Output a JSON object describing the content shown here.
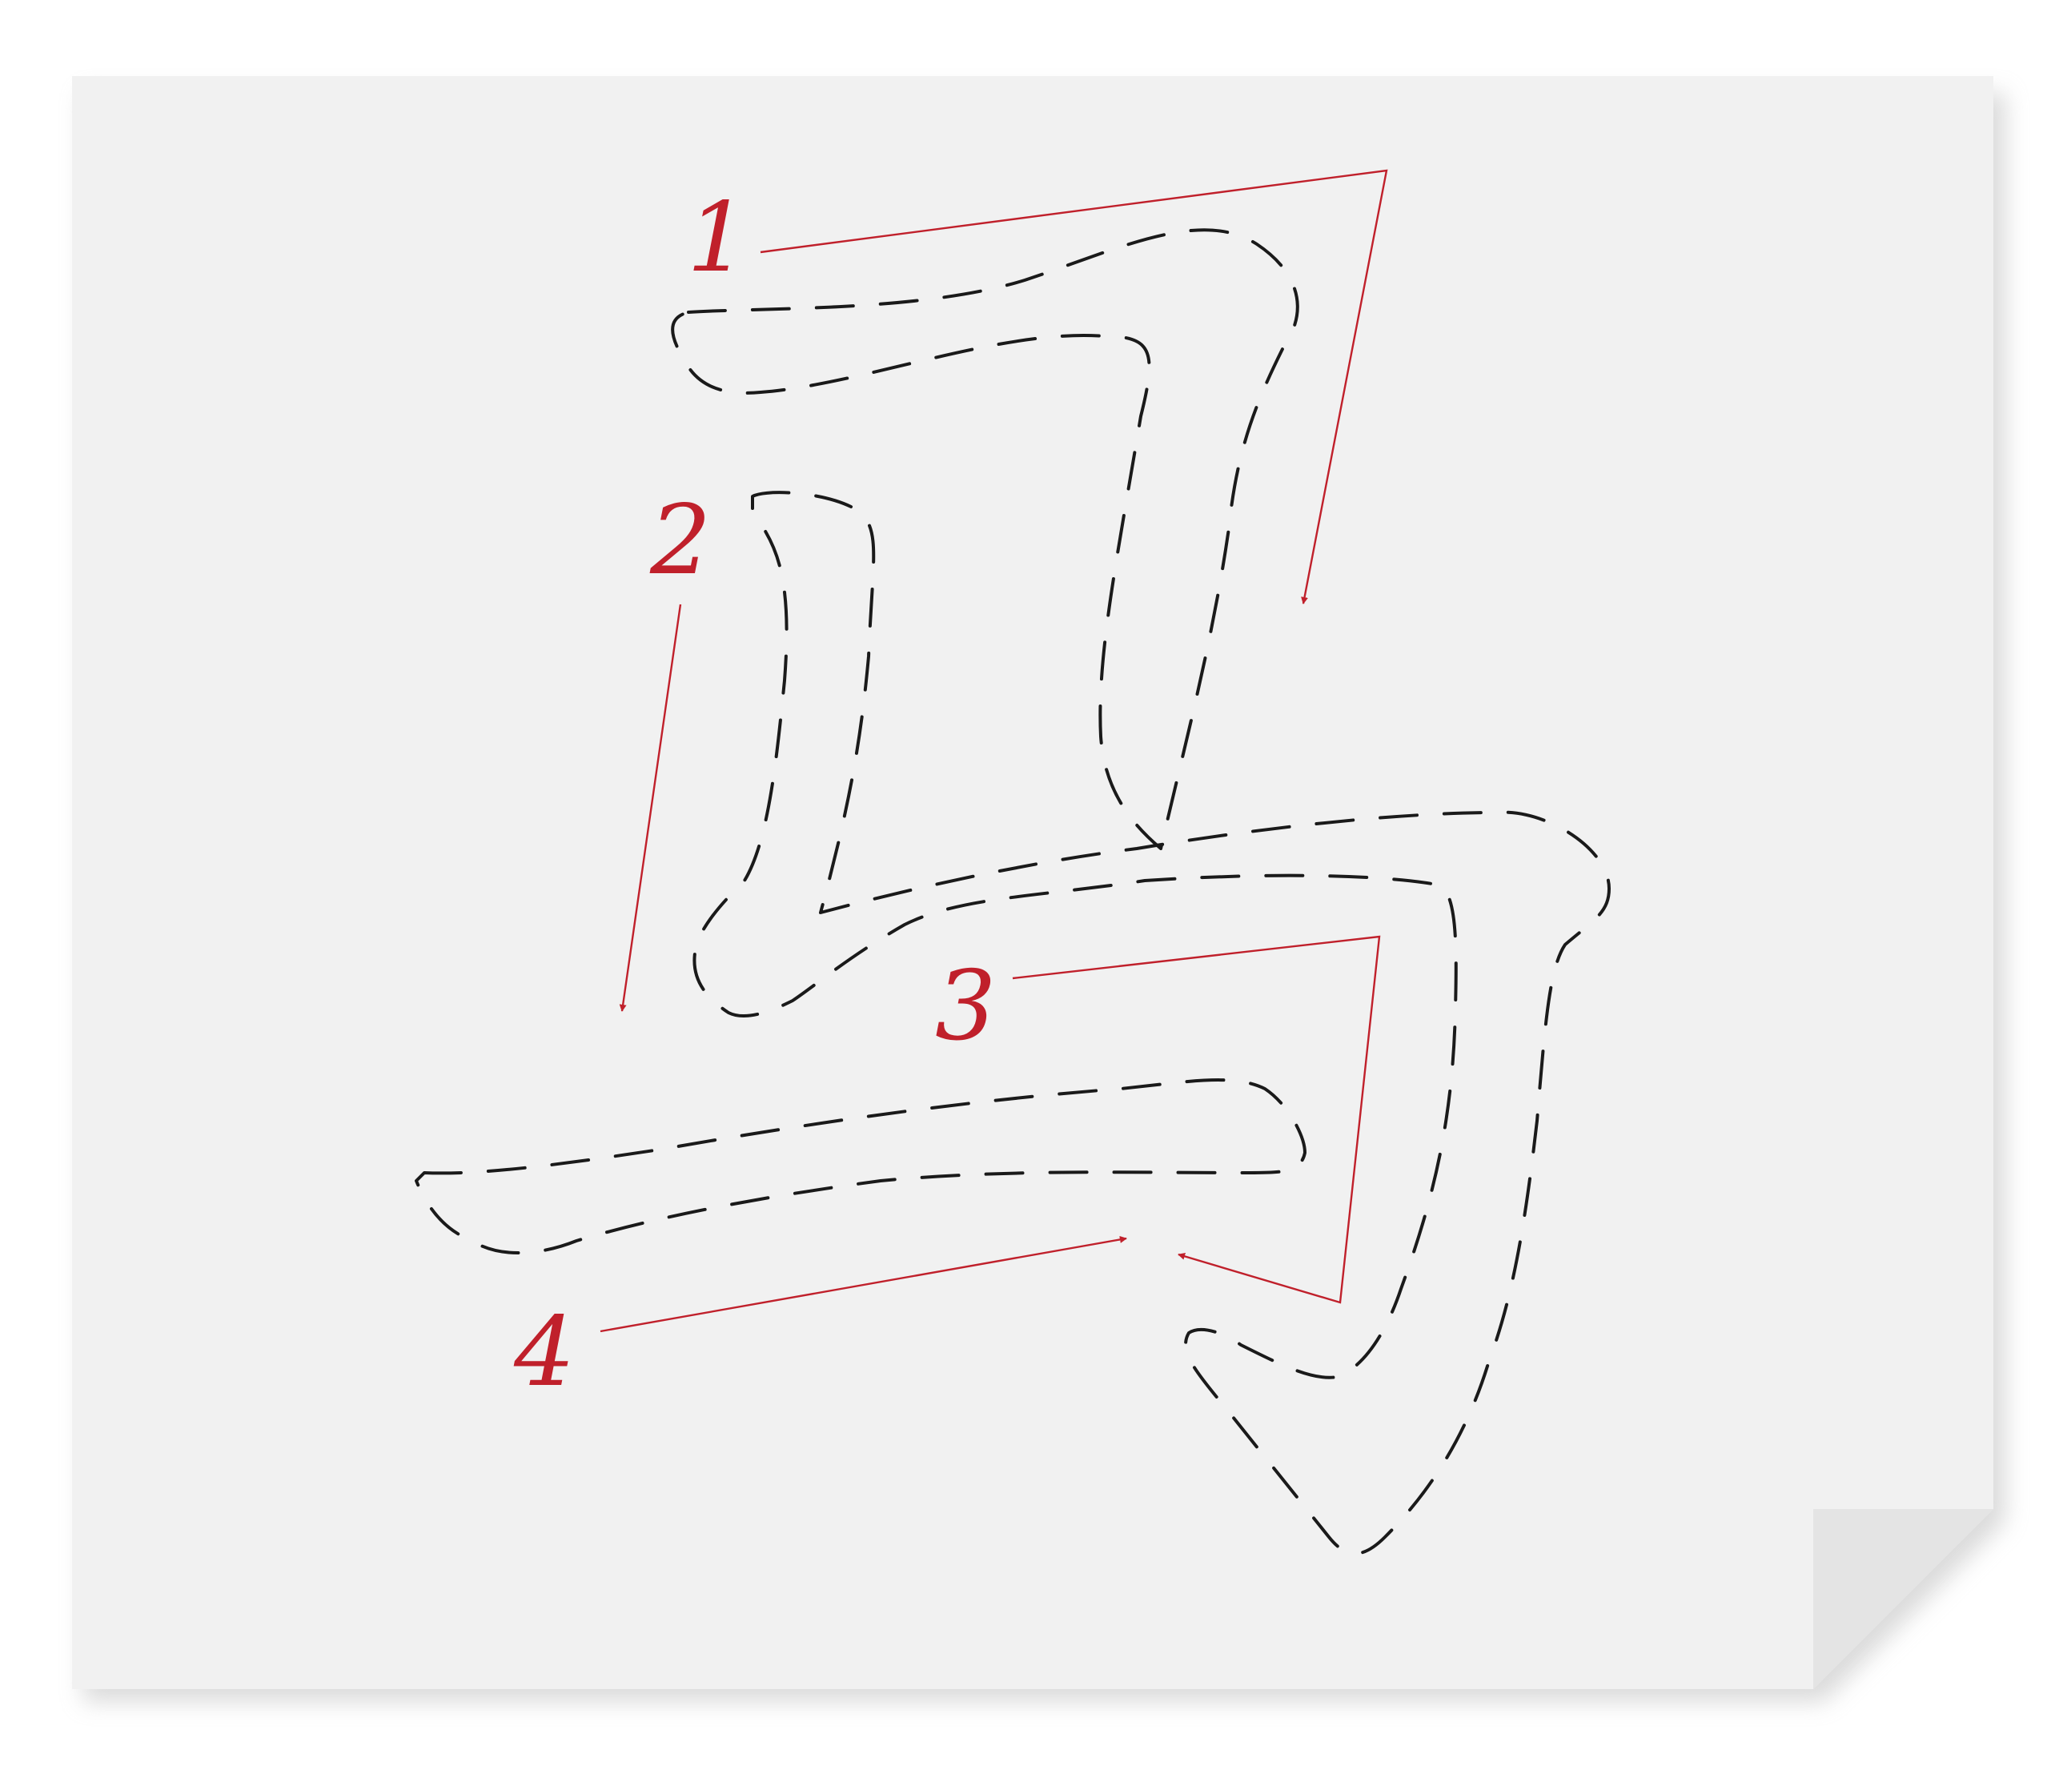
{
  "diagram": {
    "kind": "stroke-order",
    "colors": {
      "paper": "#f1f1f1",
      "outline": "#1a1a1a",
      "annotation": "#c0202b"
    },
    "strokes": [
      {
        "number": "1"
      },
      {
        "number": "2"
      },
      {
        "number": "3"
      },
      {
        "number": "4"
      }
    ]
  }
}
